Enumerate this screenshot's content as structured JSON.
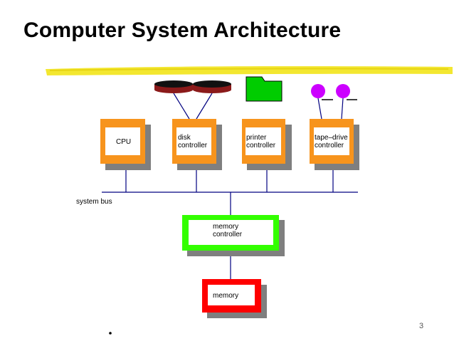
{
  "slide": {
    "title": "Computer System Architecture",
    "page_number": "3"
  },
  "diagram": {
    "bus_label": "system bus",
    "components": {
      "cpu": {
        "label": "CPU"
      },
      "disk_controller": {
        "line1": "disk",
        "line2": "controller"
      },
      "printer_controller": {
        "line1": "printer",
        "line2": "controller"
      },
      "tape_drive_controller": {
        "line1": "tape–drive",
        "line2": "controller"
      },
      "memory_controller": {
        "line1": "memory",
        "line2": "controller"
      },
      "memory": {
        "label": "memory"
      }
    },
    "devices": [
      "disk",
      "disk",
      "printer",
      "tape drive",
      "tape drive"
    ],
    "colors": {
      "controller_box": "#f7941d",
      "memory_controller_box": "#33ff00",
      "memory_box": "#ff0000",
      "shadow": "#7f7f7f",
      "disk": "#8b1a1a",
      "printer": "#00cc00",
      "tape": "#cc00ff",
      "wire": "#000080",
      "underline": "#f2e41a"
    }
  }
}
